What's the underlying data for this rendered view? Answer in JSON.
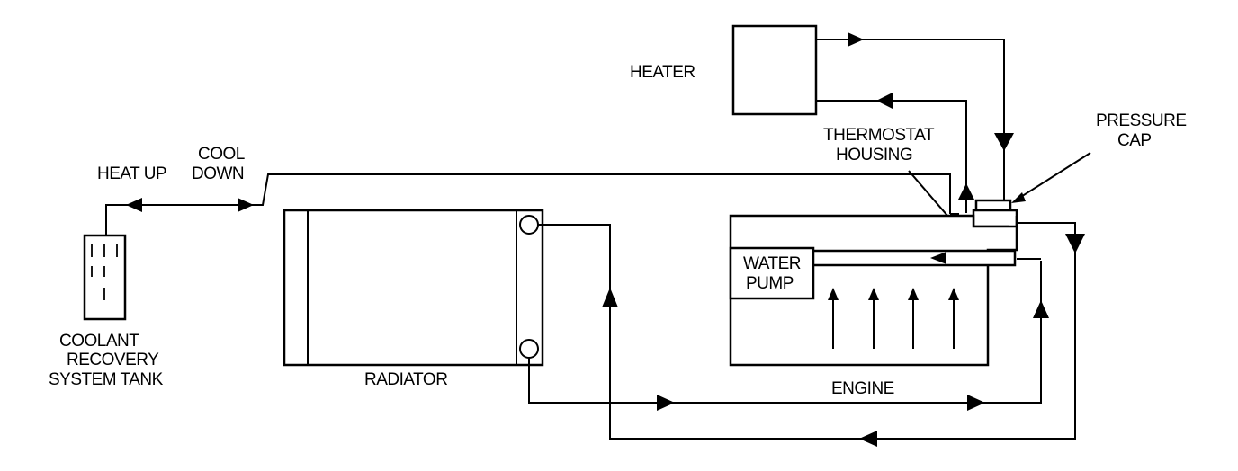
{
  "labels": {
    "heater": "HEATER",
    "pressure_cap_1": "PRESSURE",
    "pressure_cap_2": "CAP",
    "thermostat_1": "THERMOSTAT",
    "thermostat_2": "HOUSING",
    "cool": "COOL",
    "down": "DOWN",
    "heat_up": "HEAT UP",
    "water": "WATER",
    "pump": "PUMP",
    "coolant_1": "COOLANT",
    "coolant_2": "RECOVERY",
    "coolant_3": "SYSTEM TANK",
    "radiator": "RADIATOR",
    "engine": "ENGINE"
  }
}
